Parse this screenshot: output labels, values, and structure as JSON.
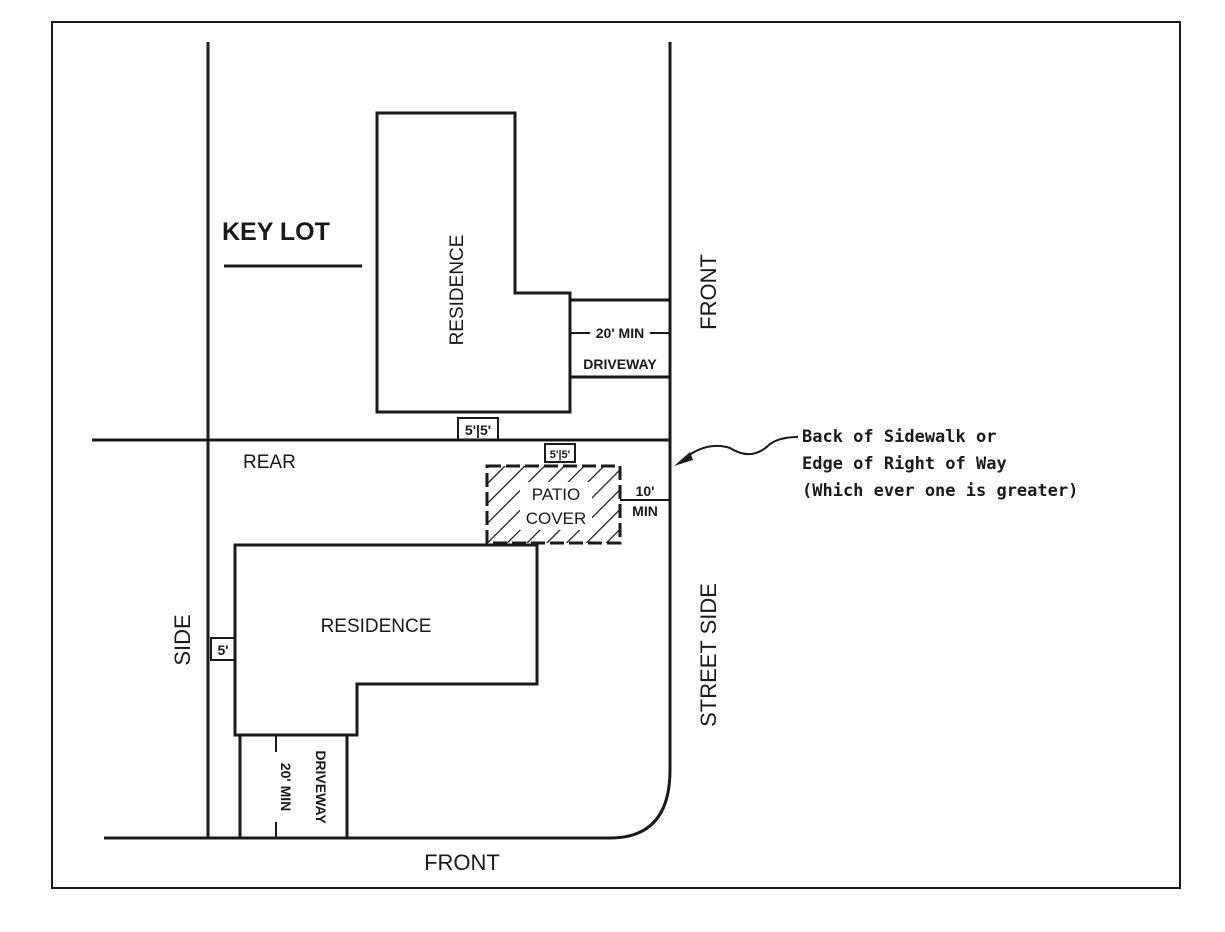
{
  "title": "KEY LOT",
  "labels": {
    "residence_top": "RESIDENCE",
    "residence_bottom": "RESIDENCE",
    "front_right": "FRONT",
    "front_bottom": "FRONT",
    "rear": "REAR",
    "side": "SIDE",
    "street_side": "STREET SIDE",
    "driveway_top": "DRIVEWAY",
    "driveway_top_min": "20' MIN",
    "driveway_bottom": "DRIVEWAY",
    "driveway_bottom_min": "20' MIN",
    "patio_line1": "PATIO",
    "patio_line2": "COVER",
    "patio_setback_line1": "10'",
    "patio_setback_line2": "MIN",
    "rear_setback_top": "5'|5'",
    "rear_setback_patio": "5'|5'",
    "side_setback": "5'"
  },
  "callout": {
    "line1": "Back of Sidewalk or",
    "line2": "Edge of Right of Way",
    "line3": "(Which ever one is greater)"
  }
}
